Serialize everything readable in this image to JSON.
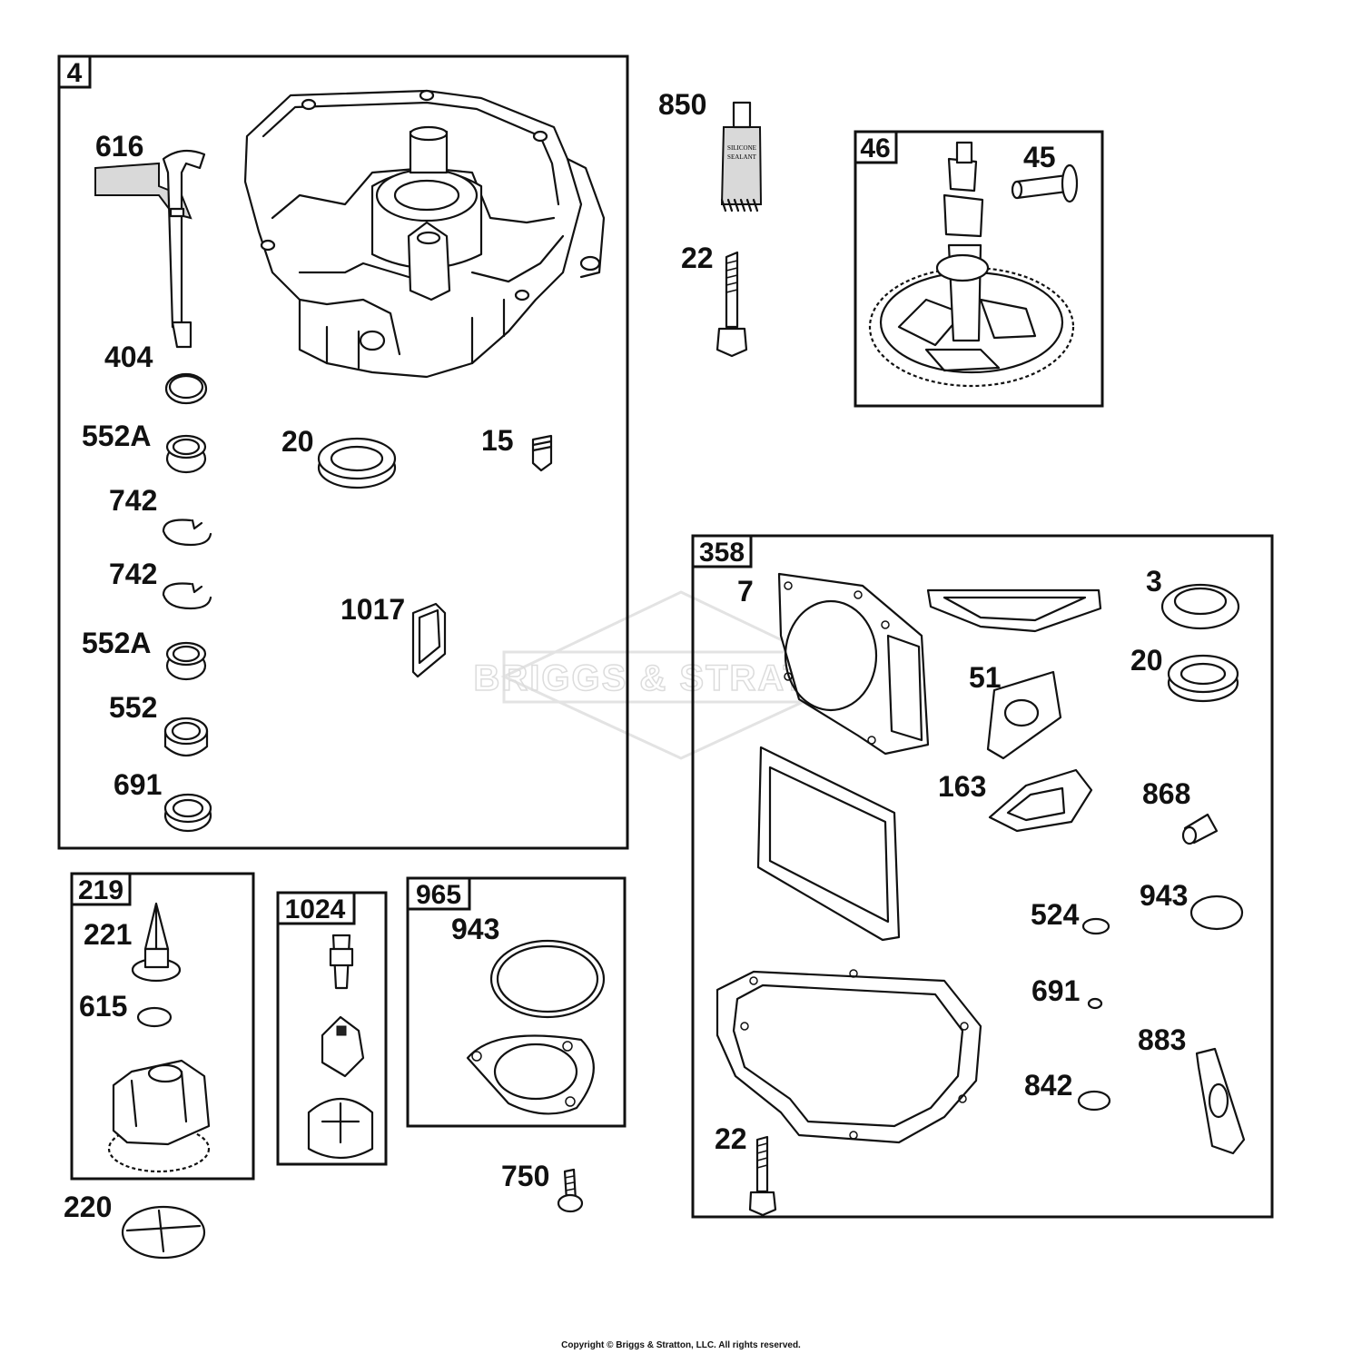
{
  "watermark": {
    "text": "BRIGGS & STRATTON"
  },
  "copyright": "Copyright © Briggs & Stratton, LLC. All rights reserved.",
  "boxes": [
    {
      "label": "4"
    },
    {
      "label": "46"
    },
    {
      "label": "358"
    },
    {
      "label": "219"
    },
    {
      "label": "1024"
    },
    {
      "label": "965"
    }
  ],
  "callouts": {
    "p616": "616",
    "p404": "404",
    "p552a_1": "552A",
    "p742_1": "742",
    "p742_2": "742",
    "p552a_2": "552A",
    "p552": "552",
    "p691_main": "691",
    "p20_main": "20",
    "p15": "15",
    "p1017": "1017",
    "p850": "850",
    "p22_top": "22",
    "p45": "45",
    "p7": "7",
    "p3": "3",
    "p20_kit": "20",
    "p51": "51",
    "p163": "163",
    "p868": "868",
    "p524": "524",
    "p943_kit": "943",
    "p691_kit": "691",
    "p883": "883",
    "p842": "842",
    "p22_kit": "22",
    "p221": "221",
    "p615": "615",
    "p220": "220",
    "p943_965": "943",
    "p750": "750"
  },
  "tube_label": [
    "SILICONE",
    "SEALANT"
  ]
}
